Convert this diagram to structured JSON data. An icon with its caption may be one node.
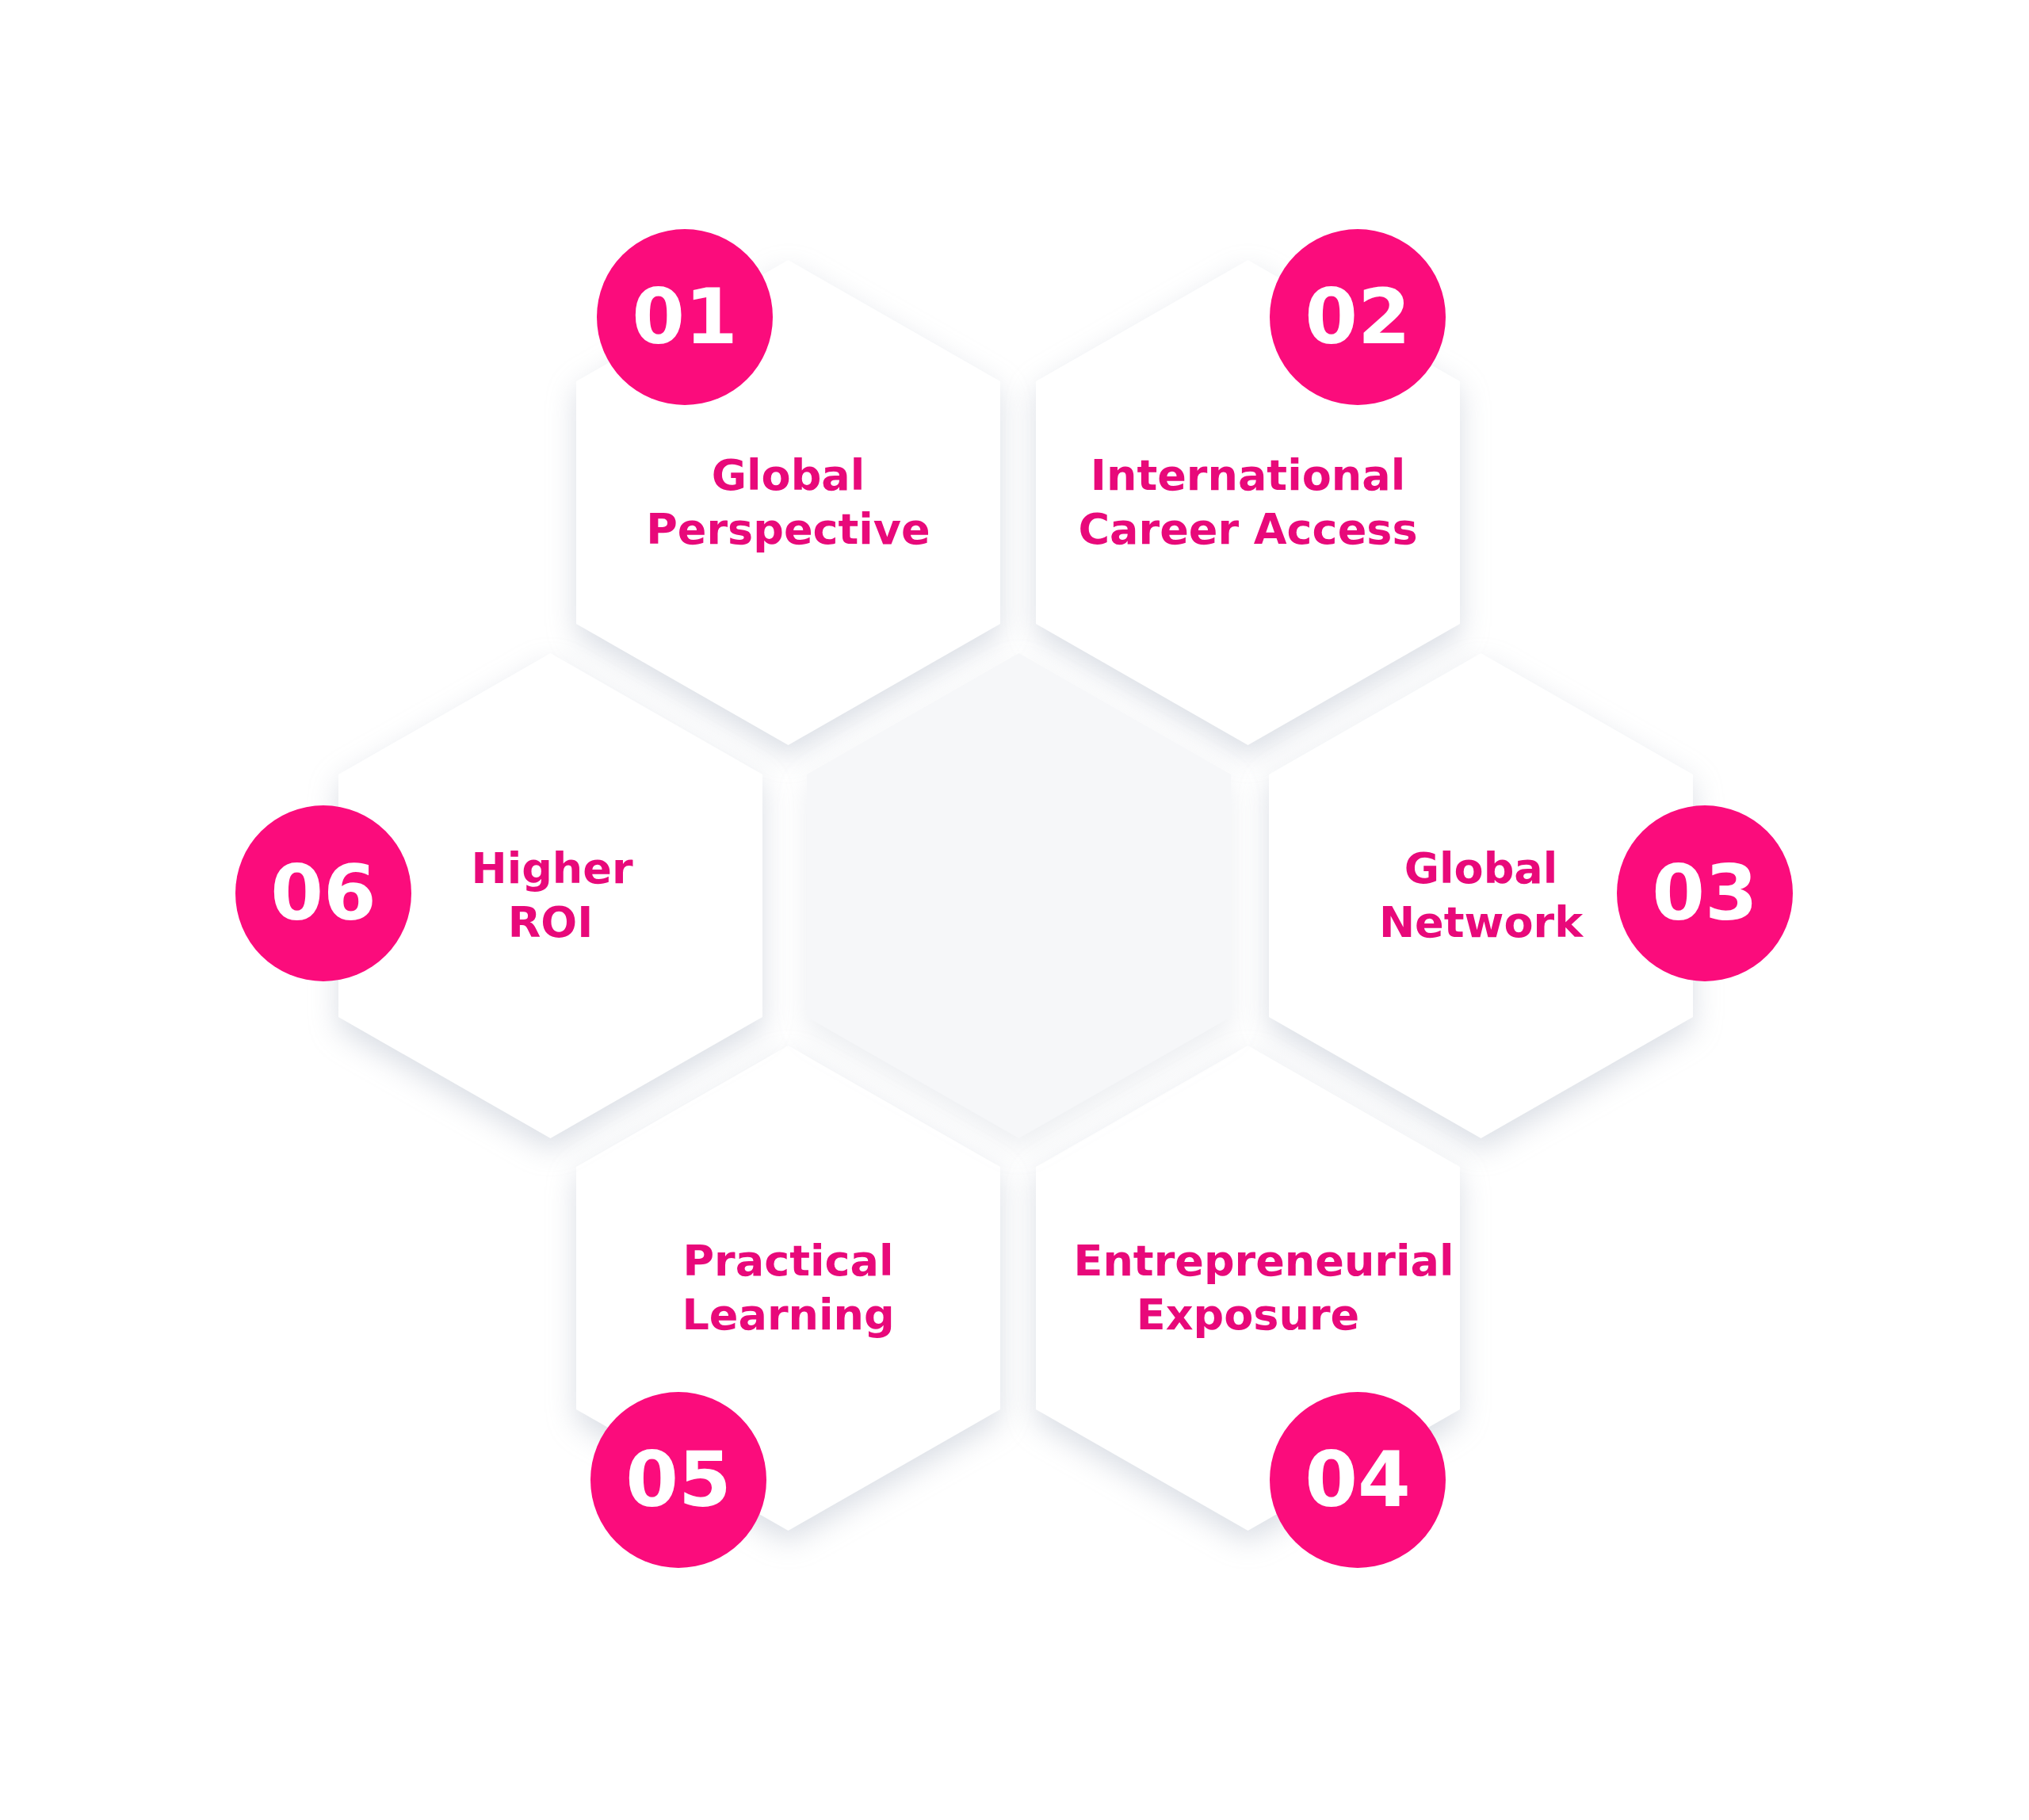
{
  "diagram": {
    "nodes": [
      {
        "text": [
          "01"
        ]
      },
      {
        "text": [
          "Global Perspective"
        ]
      },
      {
        "text": [
          "02"
        ]
      },
      {
        "text": [
          "International Career Access"
        ]
      },
      {
        "text": [
          "03"
        ]
      },
      {
        "text": [
          "Global Network"
        ]
      },
      {
        "text": [
          "04"
        ]
      },
      {
        "text": [
          "Entrepreneurial Exposure"
        ]
      },
      {
        "text": [
          "05"
        ]
      },
      {
        "text": [
          "Practical Learning"
        ]
      },
      {
        "text": [
          "06"
        ]
      },
      {
        "text": [
          "Higher ROI"
        ]
      },
      {
        "text": [],
        "shape": "hexagon"
      }
    ]
  }
}
